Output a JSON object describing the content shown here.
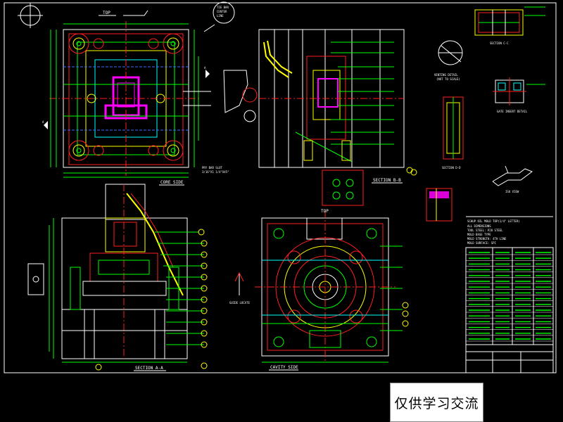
{
  "labels": {
    "top_view_1": "TOP",
    "top_view_2": "TOP",
    "core_side": "CORE SIDE",
    "cavity_side": "CAVITY SIDE",
    "section_a": "SECTION A-A",
    "section_b": "SECTION B-B",
    "section_c": "SECTION C-C",
    "section_d": "SECTION D-D",
    "tie_bar": "TIE BAR\nCENTER\nLINE",
    "pry_bar": "PRY BAR SLOT\n3/16\"X1 1/4\"X45°",
    "title_block_heading": "SCHUP OIL MOLD TOP(1/4\" LETTER)",
    "title_notes": [
      "ALL DIMENSIONS",
      "TOOL STEEL: P20 STEEL",
      "MOLD BASE TYPE",
      "MOLD STRENGTH: 4TH LINE",
      "MOLD SURFACE: SPI"
    ]
  },
  "watermark": "仅供学习交流",
  "colors": {
    "background": "#000000",
    "red": "#ff2020",
    "green": "#00ff00",
    "yellow": "#ffff00",
    "cyan": "#00ffff",
    "white": "#ffffff",
    "magenta": "#ff00ff",
    "blue": "#3c6cff"
  }
}
